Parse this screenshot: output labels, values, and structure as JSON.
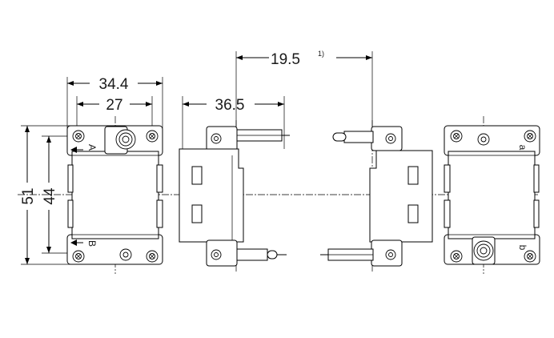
{
  "dimensions": {
    "overall_width": "34.4",
    "screw_spacing": "27",
    "depth": "36.5",
    "pin_offset": "19.5",
    "pin_offset_note": "1)",
    "overall_height": "51",
    "inner_height": "44"
  },
  "markings": {
    "front_top": "A",
    "front_bottom": "B",
    "rear_top": "a",
    "rear_bottom": "b"
  },
  "colors": {
    "line": "#000000",
    "background": "#ffffff"
  }
}
